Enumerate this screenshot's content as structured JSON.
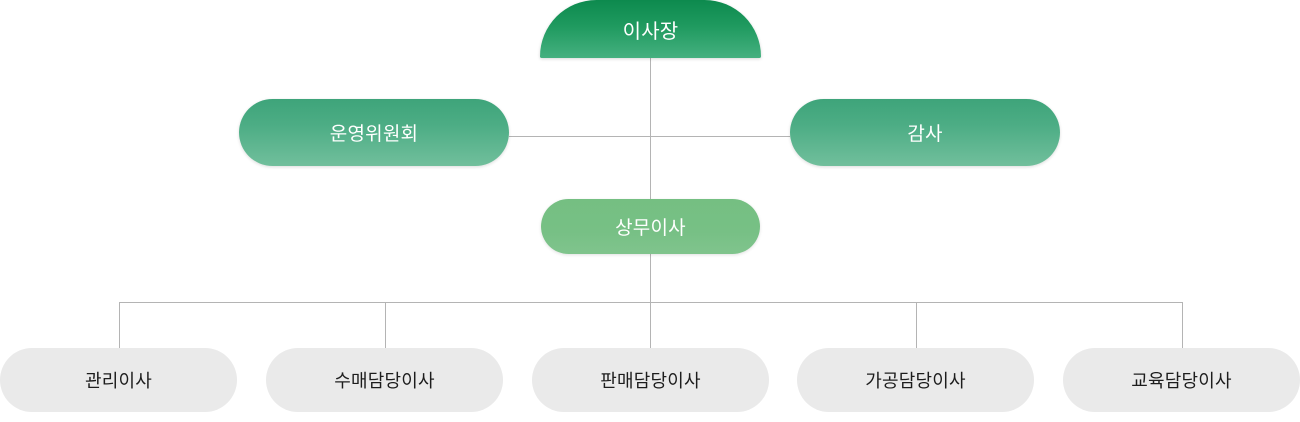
{
  "chart": {
    "type": "org-chart",
    "title": "",
    "background_color": "#ffffff",
    "line_color": "#b4b4b4",
    "levels": [
      {
        "level": 1,
        "nodes": [
          {
            "label": "이사장",
            "role": "chairman",
            "style": "green-dark",
            "color_top": "#0d8a4e",
            "color_bottom": "#45b07f",
            "text_color": "#ffffff"
          }
        ]
      },
      {
        "level": 2,
        "nodes": [
          {
            "label": "운영위원회",
            "role": "steering-committee",
            "style": "green-medium",
            "color_top": "#3ea47a",
            "color_bottom": "#71bf9c",
            "text_color": "#ffffff"
          },
          {
            "label": "감사",
            "role": "auditor",
            "style": "green-medium",
            "color_top": "#3ea47a",
            "color_bottom": "#71bf9c",
            "text_color": "#ffffff"
          }
        ]
      },
      {
        "level": 3,
        "nodes": [
          {
            "label": "상무이사",
            "role": "managing-director",
            "style": "green-light",
            "color_top": "#75bf82",
            "color_bottom": "#80c48d",
            "text_color": "#ffffff"
          }
        ]
      },
      {
        "level": 4,
        "nodes": [
          {
            "label": "관리이사",
            "role": "management-director",
            "style": "gray",
            "color": "#eaeaea",
            "text_color": "#1d1d1d"
          },
          {
            "label": "수매담당이사",
            "role": "purchasing-director",
            "style": "gray",
            "color": "#eaeaea",
            "text_color": "#1d1d1d"
          },
          {
            "label": "판매담당이사",
            "role": "sales-director",
            "style": "gray",
            "color": "#eaeaea",
            "text_color": "#1d1d1d"
          },
          {
            "label": "가공담당이사",
            "role": "processing-director",
            "style": "gray",
            "color": "#eaeaea",
            "text_color": "#1d1d1d"
          },
          {
            "label": "교육담당이사",
            "role": "education-director",
            "style": "gray",
            "color": "#eaeaea",
            "text_color": "#1d1d1d"
          }
        ]
      }
    ]
  }
}
